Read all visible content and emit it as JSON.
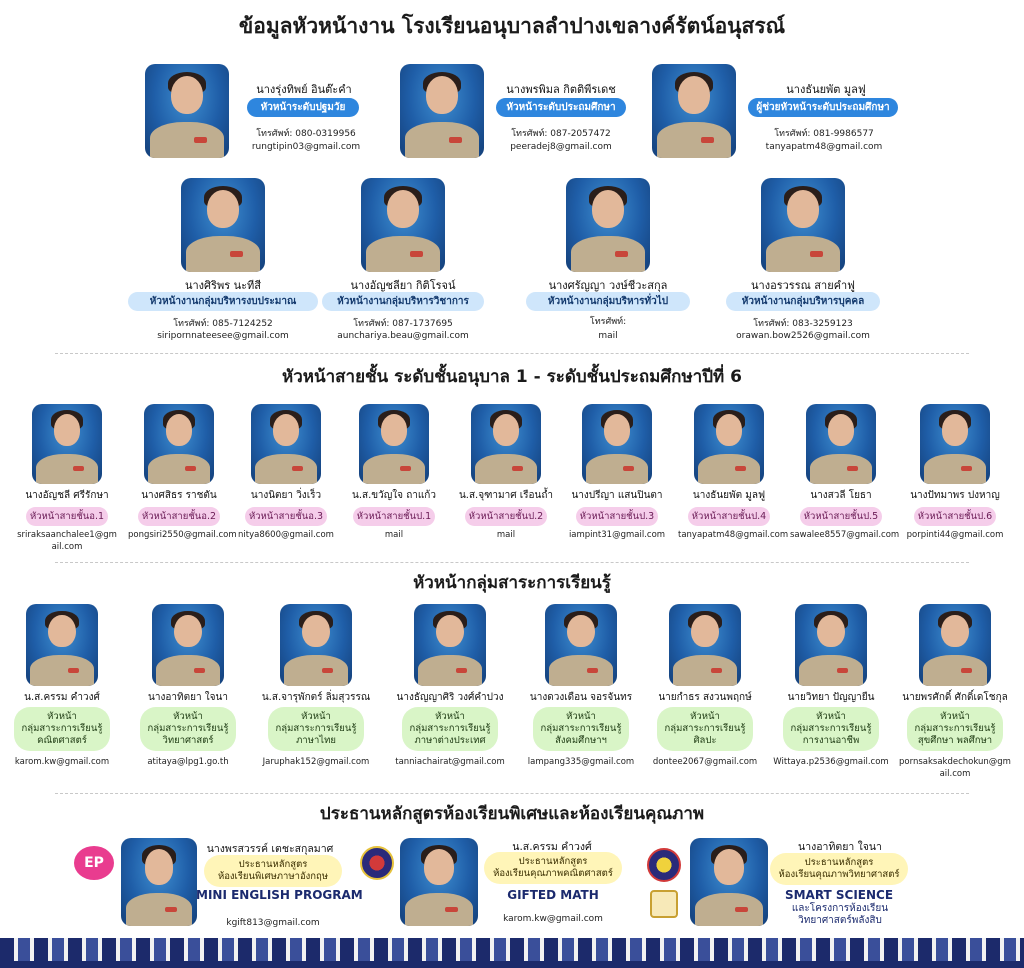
{
  "titles": {
    "main": "ข้อมูลหัวหน้างาน โรงเรียนอนุบาลลำปางเขลางค์รัตน์อนุสรณ์",
    "grades": "หัวหน้าสายชั้น ระดับชั้นอนุบาล 1 - ระดับชั้นประถมศึกษาปีที่ 6",
    "subjects": "หัวหน้ากลุ่มสาระการเรียนรู้",
    "programs": "ประธานหลักสูตรห้องเรียนพิเศษและห้องเรียนคุณภาพ"
  },
  "leaders_row1": [
    {
      "name": "นางรุ่งทิพย์ อินต๊ะคำ",
      "role": "หัวหน้าระดับปฐมวัย",
      "phone": "โทรศัพท์: 080-0319956",
      "email": "rungtipin03@gmail.com"
    },
    {
      "name": "นางพรพิมล กิตติพีรเดช",
      "role": "หัวหน้าระดับประถมศึกษา",
      "phone": "โทรศัพท์: 087-2057472",
      "email": "peeradej8@gmail.com"
    },
    {
      "name": "นางธันยพัต มูลฟู",
      "role": "ผู้ช่วยหัวหน้าระดับประถมศึกษา",
      "phone": "โทรศัพท์: 081-9986577",
      "email": "tanyapatm48@gmail.com"
    }
  ],
  "leaders_row2": [
    {
      "name": "นางศิริพร นะทีสี",
      "role": "หัวหน้างานกลุ่มบริหารงบประมาณ",
      "phone": "โทรศัพท์: 085-7124252",
      "email": "siripornnateesee@gmail.com"
    },
    {
      "name": "นางอัญชลียา กิติโรจน์",
      "role": "หัวหน้างานกลุ่มบริหารวิชาการ",
      "phone": "โทรศัพท์: 087-1737695",
      "email": "aunchariya.beau@gmail.com"
    },
    {
      "name": "นางศรัญญา วงษ์ชีวะสกุล",
      "role": "หัวหน้างานกลุ่มบริหารทั่วไป",
      "phone": "โทรศัพท์:",
      "email": "mail"
    },
    {
      "name": "นางอรวรรณ สายคำฟู",
      "role": "หัวหน้างานกลุ่มบริหารบุคคล",
      "phone": "โทรศัพท์: 083-3259123",
      "email": "orawan.bow2526@gmail.com"
    }
  ],
  "grade_heads": [
    {
      "name": "นางอัญชลี ศรีรักษา",
      "role": "หัวหน้าสายชั้นอ.1",
      "email": "sriraksaanchalee1@gmail.com"
    },
    {
      "name": "นางศสิธร ราชตัน",
      "role": "หัวหน้าสายชั้นอ.2",
      "email": "pongsiri2550@gmail.com"
    },
    {
      "name": "นางนิตยา วิ่งเร็ว",
      "role": "หัวหน้าสายชั้นอ.3",
      "email": "nitya8600@gmail.com"
    },
    {
      "name": "น.ส.ขวัญใจ ถาแก้ว",
      "role": "หัวหน้าสายชั้นป.1",
      "email": "mail"
    },
    {
      "name": "น.ส.จุฑามาศ เรือนถ้ำ",
      "role": "หัวหน้าสายชั้นป.2",
      "email": "mail"
    },
    {
      "name": "นางปรีญา แสนปินตา",
      "role": "หัวหน้าสายชั้นป.3",
      "email": "iampint31@gmail.com"
    },
    {
      "name": "นางธันยพัต มูลฟู",
      "role": "หัวหน้าสายชั้นป.4",
      "email": "tanyapatm48@gmail.com"
    },
    {
      "name": "นางสวลี โยธา",
      "role": "หัวหน้าสายชั้นป.5",
      "email": "sawalee8557@gmail.com"
    },
    {
      "name": "นางปัทมาพร ปงหาญ",
      "role": "หัวหน้าสายชั้นป.6",
      "email": "porpinti44@gmail.com"
    }
  ],
  "subject_heads": [
    {
      "name": "น.ส.ครรม คำวงศ์",
      "role1": "หัวหน้า",
      "role2": "กลุ่มสาระการเรียนรู้",
      "role3": "คณิตศาสตร์",
      "email": "karom.kw@gmail.com"
    },
    {
      "name": "นางอาทิตยา ใจนา",
      "role1": "หัวหน้า",
      "role2": "กลุ่มสาระการเรียนรู้",
      "role3": "วิทยาศาสตร์",
      "email": "atitaya@lpg1.go.th"
    },
    {
      "name": "น.ส.จารุพักตร์ ลิ่มสุวรรณ",
      "role1": "หัวหน้า",
      "role2": "กลุ่มสาระการเรียนรู้",
      "role3": "ภาษาไทย",
      "email": "Jaruphak152@gmail.com"
    },
    {
      "name": "นางธัญญาศิริ วงศ์คำปวง",
      "role1": "หัวหน้า",
      "role2": "กลุ่มสาระการเรียนรู้",
      "role3": "ภาษาต่างประเทศ",
      "email": "tanniachairat@gmail.com"
    },
    {
      "name": "นางดวงเดือน จอรจันทร",
      "role1": "หัวหน้า",
      "role2": "กลุ่มสาระการเรียนรู้",
      "role3": "สังคมศึกษาฯ",
      "email": "lampang335@gmail.com"
    },
    {
      "name": "นายกำธร สงวนพฤกษ์",
      "role1": "หัวหน้า",
      "role2": "กลุ่มสาระการเรียนรู้",
      "role3": "ศิลปะ",
      "email": "dontee2067@gmail.com"
    },
    {
      "name": "นายวิทยา ปัญญายืน",
      "role1": "หัวหน้า",
      "role2": "กลุ่มสาระการเรียนรู้",
      "role3": "การงานอาชีพ",
      "email": "Wittaya.p2536@gmail.com"
    },
    {
      "name": "นายพรศักดิ์ ศักดิ์เดโชกุล",
      "role1": "หัวหน้า",
      "role2": "กลุ่มสาระการเรียนรู้",
      "role3": "สุขศึกษา พลศึกษา",
      "email": "pornsaksakdechokun@gmail.com"
    }
  ],
  "programs": [
    {
      "name": "นางพรสวรรค์ เตชะสกุลมาศ",
      "role1": "ประธานหลักสูตร",
      "role2": "ห้องเรียนพิเศษภาษาอังกฤษ",
      "program": "MINI ENGLISH PROGRAM",
      "sub": "",
      "email": "kgift813@gmail.com",
      "logo": "EP"
    },
    {
      "name": "น.ส.ครรม คำวงศ์",
      "role1": "ประธานหลักสูตร",
      "role2": "ห้องเรียนคุณภาพคณิตศาสตร์",
      "program": "GIFTED MATH",
      "sub": "",
      "email": "karom.kw@gmail.com",
      "logo": ""
    },
    {
      "name": "นางอาทิตยา ใจนา",
      "role1": "ประธานหลักสูตร",
      "role2": "ห้องเรียนคุณภาพวิทยาศาสตร์",
      "program": "SMART SCIENCE",
      "sub": "และโครงการห้องเรียนวิทยาศาสตร์พลังสิบ",
      "email": "",
      "logo": ""
    }
  ],
  "colors": {
    "accent_blue": "#2e86de",
    "pill_blue": "#cfe6fb",
    "pill_pink": "#f5cdea",
    "pill_green": "#d9f5c7",
    "pill_yellow": "#fff5b8",
    "footer": "#1c2a6b"
  }
}
